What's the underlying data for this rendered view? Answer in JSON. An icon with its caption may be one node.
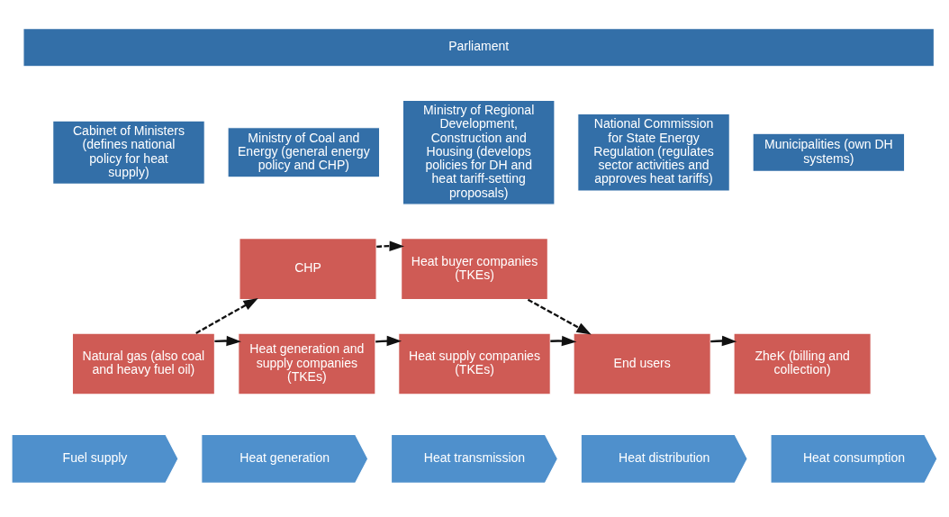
{
  "diagram": {
    "nodes": [
      {
        "text": [
          "Parliament"
        ]
      },
      {
        "text": [
          "Cabinet of Ministers (defines national policy for heat supply)"
        ]
      },
      {
        "text": [
          "Ministry of Coal and Energy (general energy policy and CHP)"
        ]
      },
      {
        "text": [
          "Ministry of Regional Development, Construction and Housing (develops policies for DH and heat tariff-setting proposals)"
        ]
      },
      {
        "text": [
          "National Commission for State Energy Regulation (regulates sector activities and approves heat tariffs)"
        ]
      },
      {
        "text": [
          "Municipalities (own DH systems)"
        ]
      },
      {
        "text": [
          "CHP"
        ]
      },
      {
        "text": [
          "Heat buyer companies (TKEs)"
        ]
      },
      {
        "text": [
          "Natural gas (also coal and heavy fuel oil)"
        ]
      },
      {
        "text": [
          "Heat generation and supply companies (TKEs)"
        ]
      },
      {
        "text": [
          "Heat supply companies (TKEs)"
        ]
      },
      {
        "text": [
          "End users"
        ]
      },
      {
        "text": [
          "ZheK (billing and collection)"
        ]
      },
      {
        "text": [
          "Fuel supply"
        ]
      },
      {
        "text": [
          "Heat generation"
        ]
      },
      {
        "text": [
          "Heat transmission"
        ]
      },
      {
        "text": [
          "Heat distribution"
        ]
      },
      {
        "text": [
          "Heat consumption"
        ]
      }
    ],
    "edges": [
      {
        "from": 8,
        "to": 6,
        "arrow": "to",
        "style": "dashed"
      },
      {
        "from": 6,
        "to": 7,
        "arrow": "to",
        "style": "dashed"
      },
      {
        "from": 7,
        "to": 11,
        "arrow": "to",
        "style": "dashed"
      },
      {
        "from": 8,
        "to": 9,
        "arrow": "to"
      },
      {
        "from": 9,
        "to": 10,
        "arrow": "to"
      },
      {
        "from": 10,
        "to": 11,
        "arrow": "to"
      },
      {
        "from": 11,
        "to": 12,
        "arrow": "to"
      }
    ]
  }
}
